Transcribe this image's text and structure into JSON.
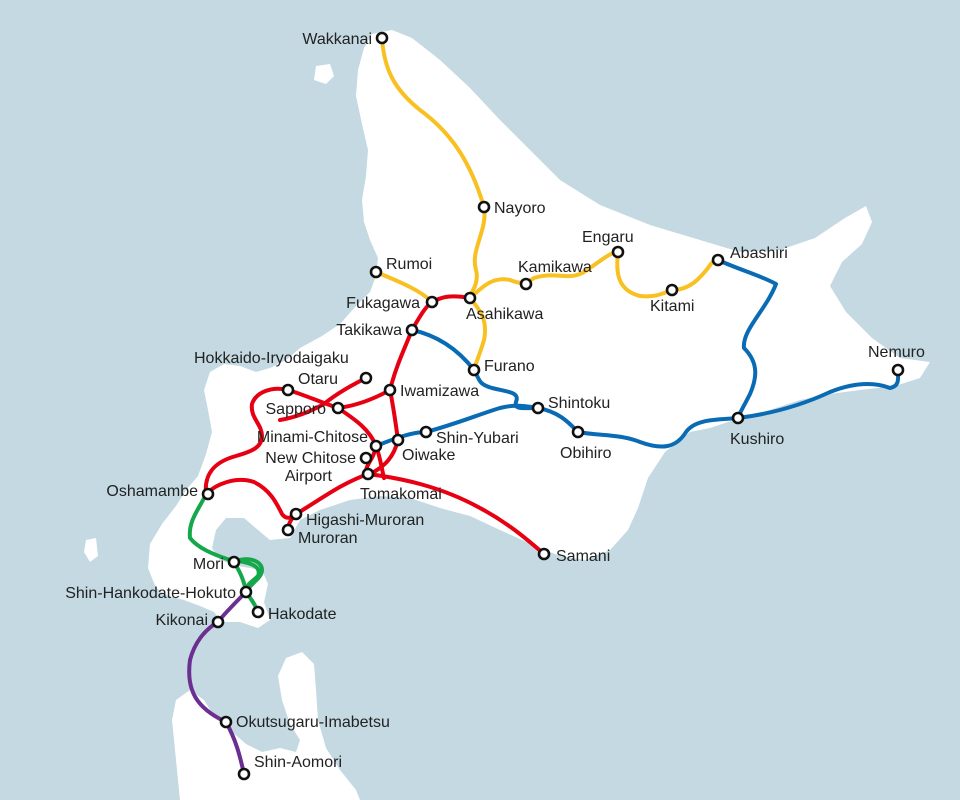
{
  "colors": {
    "sea": "#c4d9e2",
    "land": "#ffffff",
    "line_yellow": "#f8c021",
    "line_red": "#e60012",
    "line_blue": "#0a6bb5",
    "line_green": "#14a84a",
    "line_purple": "#6b2f91"
  },
  "stations": [
    {
      "id": "wakkanai",
      "name": "Wakkanai"
    },
    {
      "id": "nayoro",
      "name": "Nayoro"
    },
    {
      "id": "engaru",
      "name": "Engaru"
    },
    {
      "id": "abashiri",
      "name": "Abashiri"
    },
    {
      "id": "rumoi",
      "name": "Rumoi"
    },
    {
      "id": "kamikawa",
      "name": "Kamikawa"
    },
    {
      "id": "fukagawa",
      "name": "Fukagawa"
    },
    {
      "id": "asahikawa",
      "name": "Asahikawa"
    },
    {
      "id": "kitami",
      "name": "Kitami"
    },
    {
      "id": "takikawa",
      "name": "Takikawa"
    },
    {
      "id": "furano",
      "name": "Furano"
    },
    {
      "id": "nemuro",
      "name": "Nemuro"
    },
    {
      "id": "hokkaido-iryodaigaku",
      "name": "Hokkaido-Iryodaigaku"
    },
    {
      "id": "otaru",
      "name": "Otaru"
    },
    {
      "id": "iwamizawa",
      "name": "Iwamizawa"
    },
    {
      "id": "sapporo",
      "name": "Sapporo"
    },
    {
      "id": "shintoku",
      "name": "Shintoku"
    },
    {
      "id": "kushiro",
      "name": "Kushiro"
    },
    {
      "id": "minami-chitose",
      "name": "Minami-Chitose"
    },
    {
      "id": "shin-yubari",
      "name": "Shin-Yubari"
    },
    {
      "id": "obihiro",
      "name": "Obihiro"
    },
    {
      "id": "new-chitose-airport",
      "name": "New Chitose",
      "name2": "Airport"
    },
    {
      "id": "oiwake",
      "name": "Oiwake"
    },
    {
      "id": "tomakomai",
      "name": "Tomakomai"
    },
    {
      "id": "oshamambe",
      "name": "Oshamambe"
    },
    {
      "id": "higashi-muroran",
      "name": "Higashi-Muroran"
    },
    {
      "id": "muroran",
      "name": "Muroran"
    },
    {
      "id": "samani",
      "name": "Samani"
    },
    {
      "id": "mori",
      "name": "Mori"
    },
    {
      "id": "shin-hakodate-hokuto",
      "name": "Shin-Hankodate-Hokuto"
    },
    {
      "id": "hakodate",
      "name": "Hakodate"
    },
    {
      "id": "kikonai",
      "name": "Kikonai"
    },
    {
      "id": "okutsugaru-imabetsu",
      "name": "Okutsugaru-Imabetsu"
    },
    {
      "id": "shin-aomori",
      "name": "Shin-Aomori"
    }
  ]
}
